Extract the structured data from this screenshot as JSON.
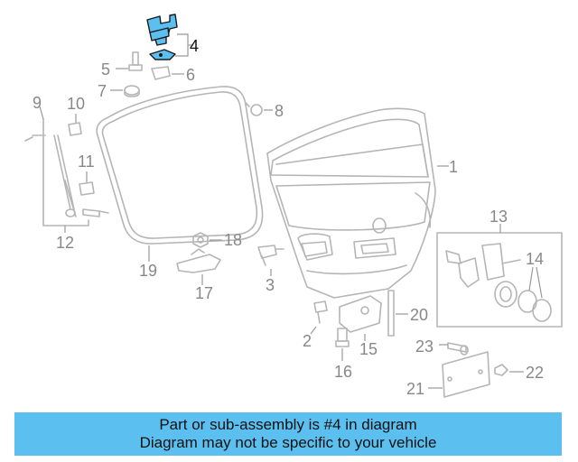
{
  "diagram": {
    "callouts": [
      {
        "id": "c1",
        "text": "1"
      },
      {
        "id": "c2",
        "text": "2"
      },
      {
        "id": "c3",
        "text": "3"
      },
      {
        "id": "c4",
        "text": "4"
      },
      {
        "id": "c5",
        "text": "5"
      },
      {
        "id": "c6",
        "text": "6"
      },
      {
        "id": "c7",
        "text": "7"
      },
      {
        "id": "c8",
        "text": "8"
      },
      {
        "id": "c9",
        "text": "9"
      },
      {
        "id": "c10",
        "text": "10"
      },
      {
        "id": "c11",
        "text": "11"
      },
      {
        "id": "c12",
        "text": "12"
      },
      {
        "id": "c13",
        "text": "13"
      },
      {
        "id": "c14",
        "text": "14"
      },
      {
        "id": "c15",
        "text": "15"
      },
      {
        "id": "c16",
        "text": "16"
      },
      {
        "id": "c17",
        "text": "17"
      },
      {
        "id": "c18",
        "text": "18"
      },
      {
        "id": "c19",
        "text": "19"
      },
      {
        "id": "c20",
        "text": "20"
      },
      {
        "id": "c21",
        "text": "21"
      },
      {
        "id": "c22",
        "text": "22"
      },
      {
        "id": "c23",
        "text": "23"
      }
    ],
    "highlight_color": "#5bc0f0"
  },
  "banner": {
    "line1": "Part or sub-assembly is #4 in diagram",
    "line2": "Diagram may not be specific to your vehicle"
  }
}
